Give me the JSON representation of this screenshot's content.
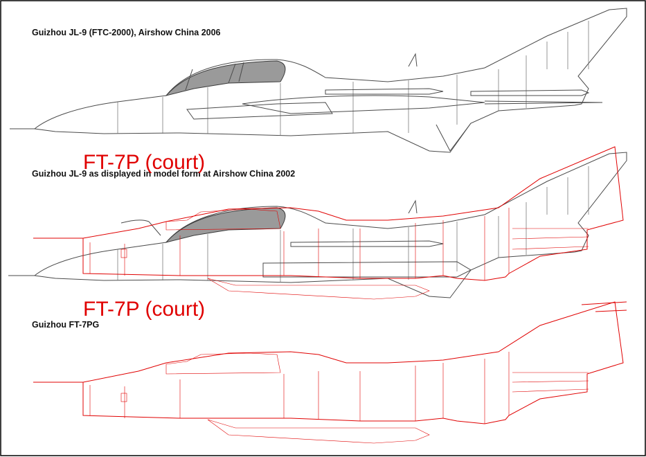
{
  "captions": {
    "drawing1": "Guizhou JL-9 (FTC-2000), Airshow China 2006",
    "drawing2": "Guizhou JL-9 as displayed in model form at Airshow China 2002",
    "drawing3": "Guizhou FT-7PG"
  },
  "overlay_labels": {
    "upper": "FT-7P (court)",
    "lower": "FT-7P (court)"
  },
  "colors": {
    "overlay_red": "#e00000",
    "ink": "#4a4a4a",
    "canopy_glass": "#9a9a9a"
  }
}
